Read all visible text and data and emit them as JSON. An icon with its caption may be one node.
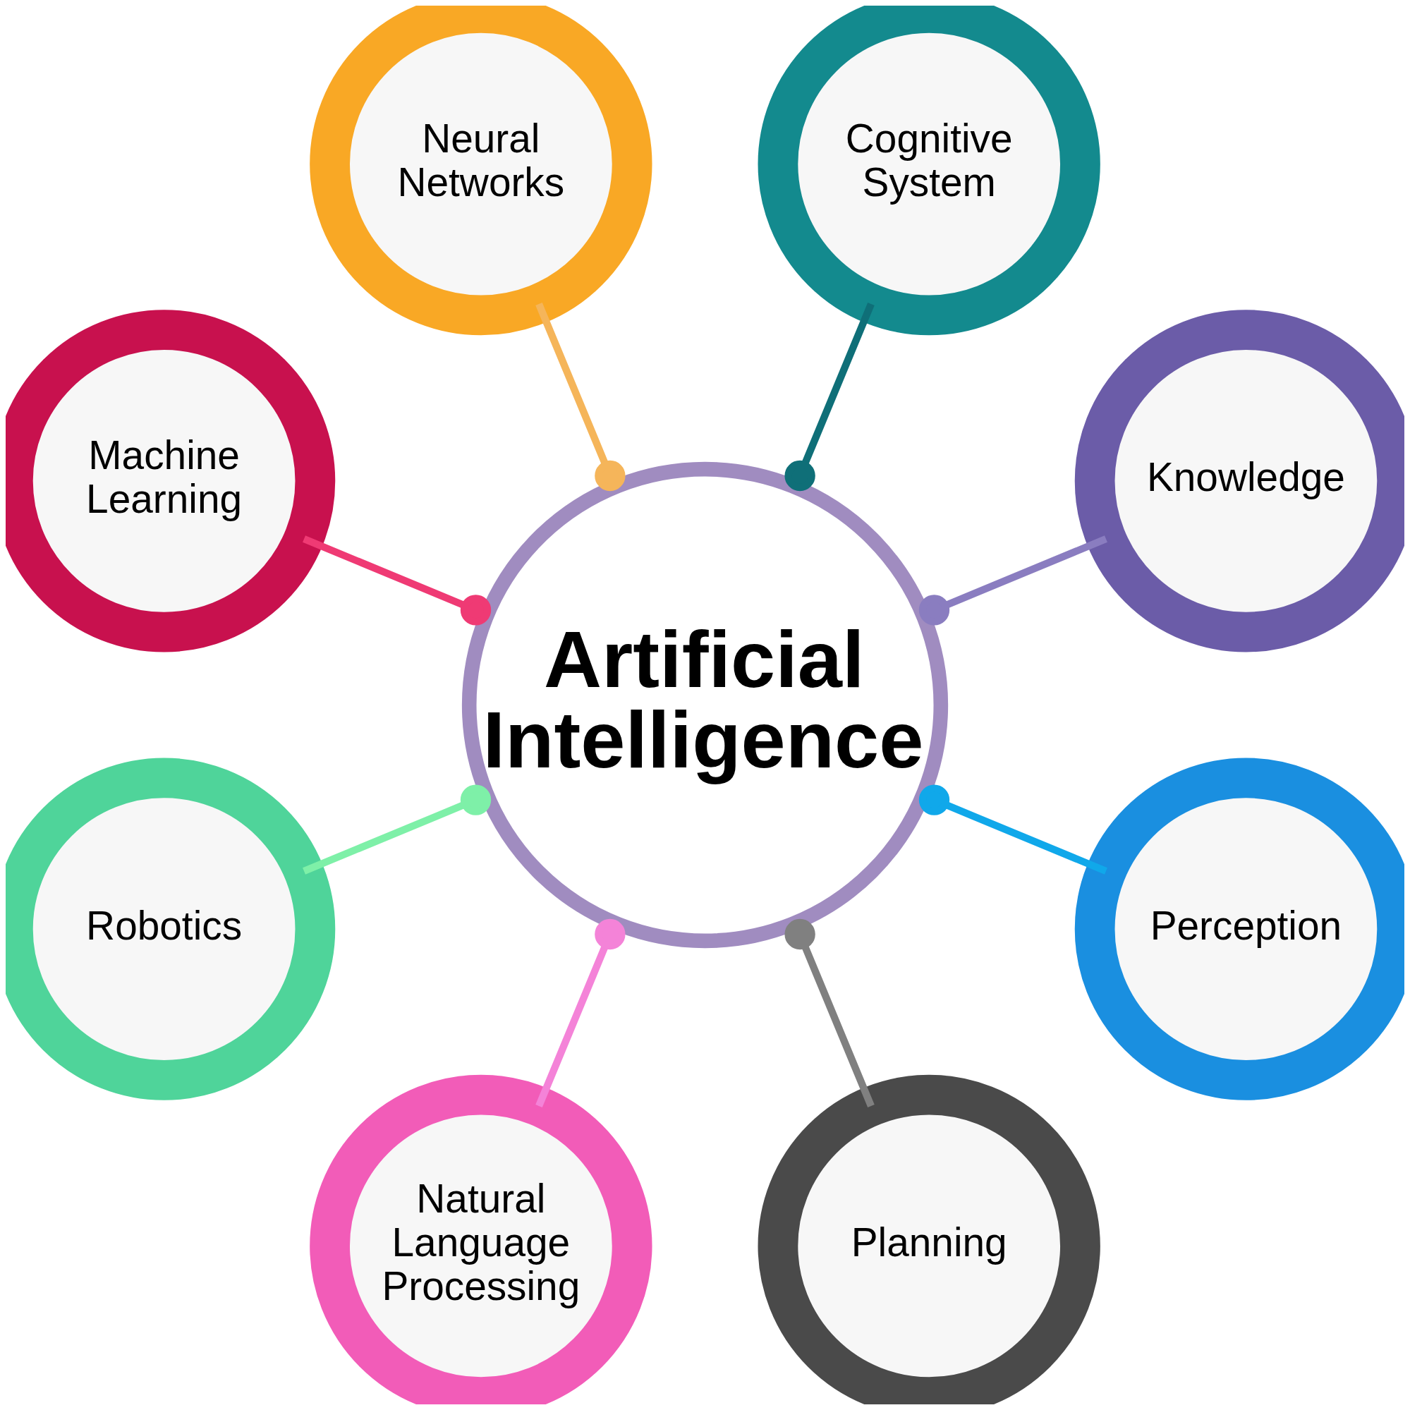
{
  "diagram": {
    "nodes": [
      {
        "text": [
          "Artificial Intelligence"
        ]
      },
      {
        "text": [
          "Neural Networks"
        ]
      },
      {
        "text": [
          "Cognitive System"
        ]
      },
      {
        "text": [
          "Knowledge"
        ]
      },
      {
        "text": [
          "Perception"
        ]
      },
      {
        "text": [
          "Planning"
        ]
      },
      {
        "text": [
          "Natural Language Processing"
        ]
      },
      {
        "text": [
          "Robotics"
        ]
      },
      {
        "text": [
          "Machine Learning"
        ]
      }
    ],
    "edges": [
      {
        "from": 0,
        "to": 1,
        "arrow": "other",
        "color": "#f5b55a"
      },
      {
        "from": 0,
        "to": 2,
        "arrow": "other",
        "color": "#0f6f78"
      },
      {
        "from": 0,
        "to": 3,
        "arrow": "other",
        "color": "#8a7dc0"
      },
      {
        "from": 0,
        "to": 4,
        "arrow": "other",
        "color": "#10a8ea"
      },
      {
        "from": 0,
        "to": 5,
        "arrow": "other",
        "color": "#808080"
      },
      {
        "from": 0,
        "to": 6,
        "arrow": "other",
        "color": "#f483d8"
      },
      {
        "from": 0,
        "to": 7,
        "arrow": "other",
        "color": "#7ef0a8"
      },
      {
        "from": 0,
        "to": 8,
        "arrow": "other",
        "color": "#ef3a74"
      }
    ]
  }
}
